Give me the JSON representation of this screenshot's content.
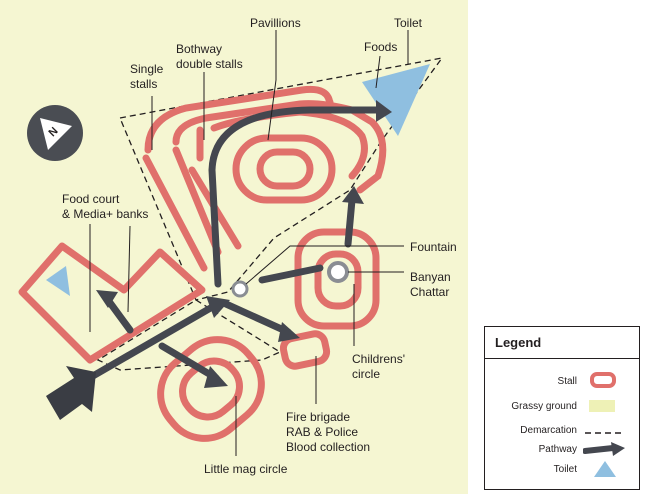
{
  "labels": {
    "pavillions": "Pavillions",
    "toilet": "Toilet",
    "foods": "Foods",
    "bothway": "Bothway\ndouble stalls",
    "single_stalls": "Single\nstalls",
    "food_court": "Food court\n& Media+ banks",
    "fountain": "Fountain",
    "banyan_chattar": "Banyan\nChattar",
    "childrens_circle": "Childrens'\ncircle",
    "fire_brigade": "Fire brigade\nRAB & Police\nBlood collection",
    "little_mag_circle": "Little mag circle",
    "compass": "N"
  },
  "legend": {
    "title": "Legend",
    "items": [
      {
        "label": "Stall",
        "symbol": "stall-icon"
      },
      {
        "label": "Grassy ground",
        "symbol": "grass-swatch"
      },
      {
        "label": "Demarcation",
        "symbol": "dashed-line"
      },
      {
        "label": "Pathway",
        "symbol": "arrow-icon"
      },
      {
        "label": "Toilet",
        "symbol": "triangle-icon"
      }
    ]
  },
  "colors": {
    "grass": "#f5f6d2",
    "stall": "#e0706b",
    "path": "#44474f",
    "toilet": "#8fbfe0",
    "ink": "#231f20"
  }
}
